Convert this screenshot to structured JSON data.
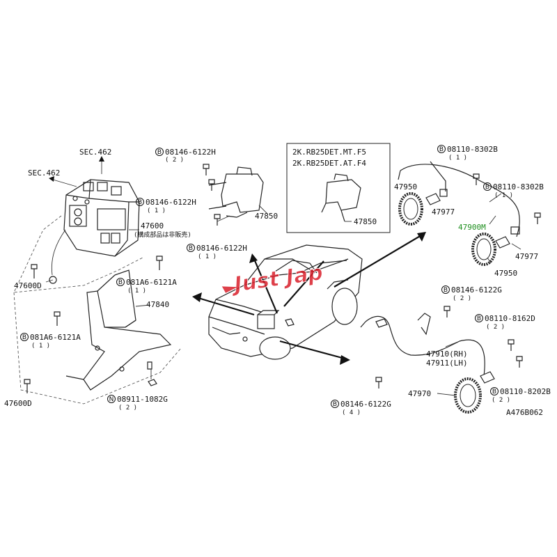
{
  "labels": {
    "sec462_top": "SEC.462",
    "sec462_left": "SEC.462",
    "bolt_6122h_top": "08146-6122H",
    "bolt_6122h_top_qty": "( 2 )",
    "bolt_6122h_mid": "08146-6122H",
    "bolt_6122h_mid_qty": "( 1 )",
    "bolt_6122h_low": "08146-6122H",
    "bolt_6122h_low_qty": "( 1 )",
    "part_47600": "47600",
    "part_47600_note": "(構成部品は非販売)",
    "part_47600d_upper": "47600D",
    "part_47600d_lower": "47600D",
    "bolt_6121a_right": "081A6-6121A",
    "bolt_6121a_right_qty": "( 1 )",
    "bolt_6121a_left": "081A6-6121A",
    "bolt_6121a_left_qty": "( 1 )",
    "part_47840": "47840",
    "nut_1082g": "08911-1082G",
    "nut_1082g_qty": "( 2 )",
    "part_47850_a": "47850",
    "part_47850_b": "47850",
    "variant_1": "2K.RB25DET.MT.F5",
    "variant_2": "2K.RB25DET.AT.F4",
    "bolt_8302b_top": "08110-8302B",
    "bolt_8302b_top_qty": "( 1 )",
    "bolt_8302b_right": "08110-8302B",
    "bolt_8302b_right_qty": "( 1 )",
    "part_47950_top": "47950",
    "part_47977_top": "47977",
    "part_47900m": "47900M",
    "part_47977_right": "47977",
    "part_47950_right": "47950",
    "bolt_6122g_top": "08146-6122G",
    "bolt_6122g_top_qty": "( 2 )",
    "bolt_8162d": "08110-8162D",
    "bolt_8162d_qty": "( 2 )",
    "part_47910": "47910(RH)",
    "part_47911": "47911(LH)",
    "part_47970": "47970",
    "bolt_8202b": "08110-8202B",
    "bolt_8202b_qty": "( 2 )",
    "bolt_6122g_bottom": "08146-6122G",
    "bolt_6122g_bottom_qty": "( 4 )",
    "diagram_code": "A476B062",
    "circle_b": "B",
    "circle_n": "N"
  },
  "watermark": {
    "text": "Just Jap",
    "color": "#d81f2a"
  },
  "colors": {
    "highlight": "#1f8f1f",
    "ink": "#111111",
    "watermark": "#d81f2a"
  }
}
